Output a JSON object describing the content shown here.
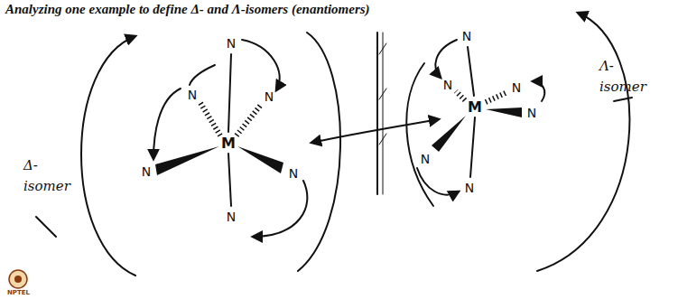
{
  "diagram": {
    "title": "Analyzing one example to define Δ- and Λ-isomers (enantiomers)",
    "labels": [
      "N",
      "N",
      "N",
      "M",
      "N",
      "N",
      "N",
      "N",
      "N",
      "M",
      "N",
      "N",
      "N",
      "N",
      "Δ- isomer",
      "Λ- isomer",
      "NPTEL"
    ]
  }
}
